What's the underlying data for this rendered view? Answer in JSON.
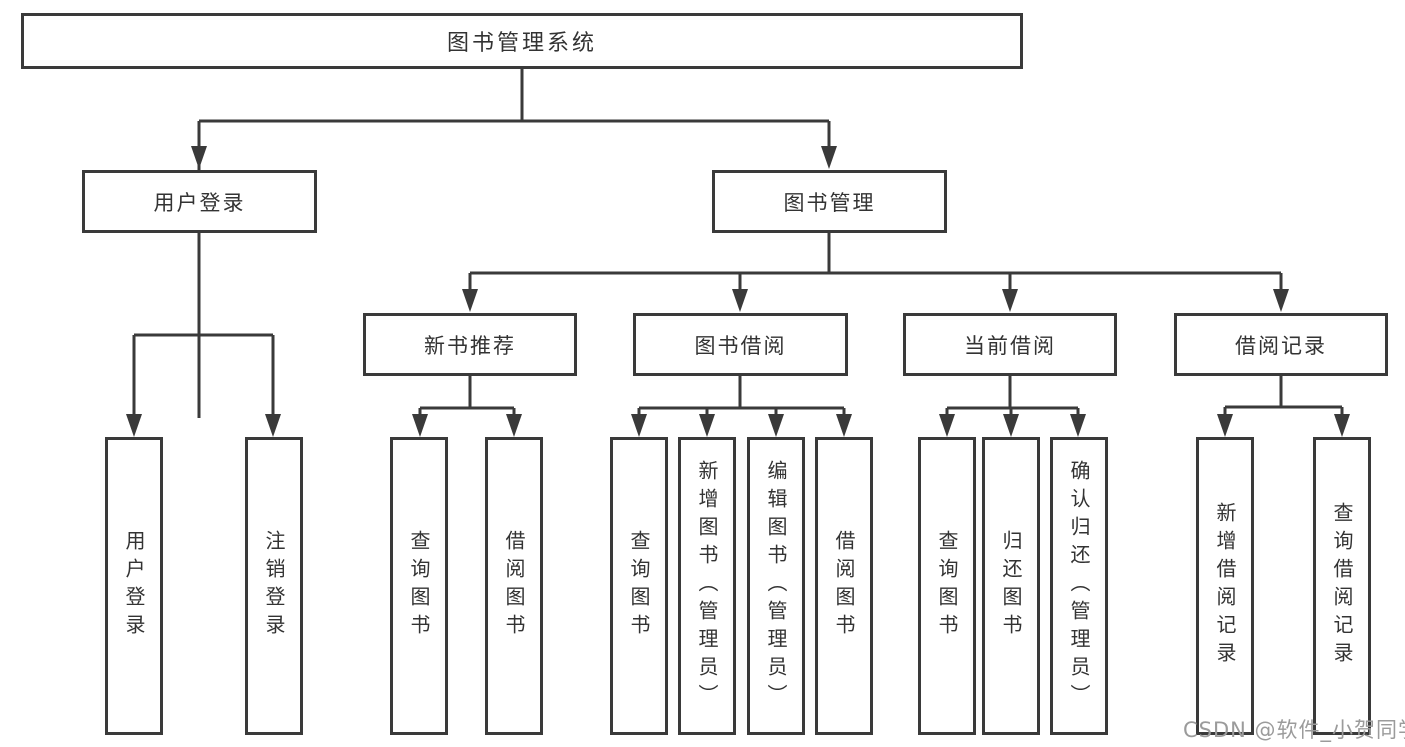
{
  "diagram": {
    "title": "图书管理系统",
    "root": {
      "label": "图书管理系统"
    },
    "level2": [
      {
        "label": "用户登录"
      },
      {
        "label": "图书管理"
      }
    ],
    "level3": [
      {
        "label": "新书推荐",
        "parent": "图书管理"
      },
      {
        "label": "图书借阅",
        "parent": "图书管理"
      },
      {
        "label": "当前借阅",
        "parent": "图书管理"
      },
      {
        "label": "借阅记录",
        "parent": "图书管理"
      }
    ],
    "leaves": [
      {
        "label": "用户登录",
        "parent": "用户登录"
      },
      {
        "label": "注销登录",
        "parent": "用户登录"
      },
      {
        "label": "查询图书",
        "parent": "新书推荐"
      },
      {
        "label": "借阅图书",
        "parent": "新书推荐"
      },
      {
        "label": "查询图书",
        "parent": "图书借阅"
      },
      {
        "label": "新增图书（管理员）",
        "parent": "图书借阅"
      },
      {
        "label": "编辑图书（管理员）",
        "parent": "图书借阅"
      },
      {
        "label": "借阅图书",
        "parent": "图书借阅"
      },
      {
        "label": "查询图书",
        "parent": "当前借阅"
      },
      {
        "label": "归还图书",
        "parent": "当前借阅"
      },
      {
        "label": "确认归还（管理员）",
        "parent": "当前借阅"
      },
      {
        "label": "新增借阅记录",
        "parent": "借阅记录"
      },
      {
        "label": "查询借阅记录",
        "parent": "借阅记录"
      }
    ]
  },
  "watermark": {
    "text": "CSDN @软件_小贺同学"
  },
  "colors": {
    "line": "#3a3a3a",
    "text": "#333333",
    "watermark": "#9b9b9b",
    "background": "#ffffff"
  }
}
